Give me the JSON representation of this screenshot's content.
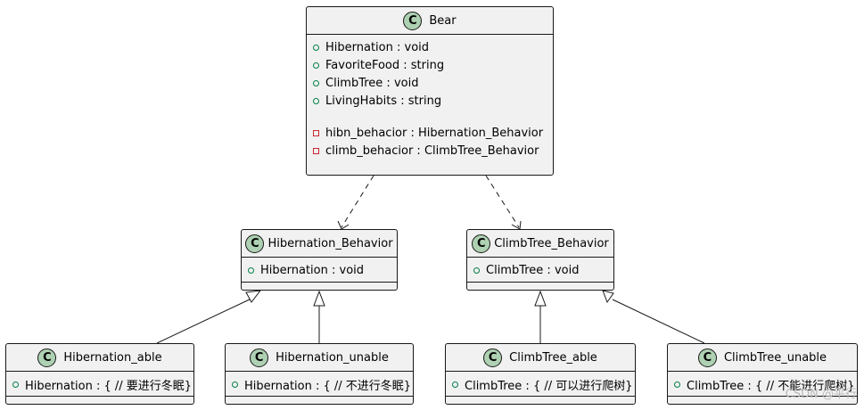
{
  "classes": {
    "bear": {
      "name": "Bear",
      "badge": "C",
      "public_members": [
        "Hibernation : void",
        "FavoriteFood : string",
        "ClimbTree : void",
        "LivingHabits : string"
      ],
      "private_members": [
        "hibn_behacior : Hibernation_Behavior",
        "climb_behacior : ClimbTree_Behavior"
      ]
    },
    "hibernation_behavior": {
      "name": "Hibernation_Behavior",
      "badge": "C",
      "members": [
        "Hibernation : void"
      ]
    },
    "climbtree_behavior": {
      "name": "ClimbTree_Behavior",
      "badge": "C",
      "members": [
        "ClimbTree : void"
      ]
    },
    "hibernation_able": {
      "name": "Hibernation_able",
      "badge": "C",
      "members": [
        "Hibernation : { // 要进行冬眠}"
      ]
    },
    "hibernation_unable": {
      "name": "Hibernation_unable",
      "badge": "C",
      "members": [
        "Hibernation : { // 不进行冬眠}"
      ]
    },
    "climbtree_able": {
      "name": "ClimbTree_able",
      "badge": "C",
      "members": [
        "ClimbTree : { // 可以进行爬树}"
      ]
    },
    "climbtree_unable": {
      "name": "ClimbTree_unable",
      "badge": "C",
      "members": [
        "ClimbTree : { // 不能进行爬树}"
      ]
    }
  },
  "relations": [
    {
      "from": "bear",
      "to": "hibernation_behavior",
      "kind": "dependency"
    },
    {
      "from": "bear",
      "to": "climbtree_behavior",
      "kind": "dependency"
    },
    {
      "from": "hibernation_able",
      "to": "hibernation_behavior",
      "kind": "generalization"
    },
    {
      "from": "hibernation_unable",
      "to": "hibernation_behavior",
      "kind": "generalization"
    },
    {
      "from": "climbtree_able",
      "to": "climbtree_behavior",
      "kind": "generalization"
    },
    {
      "from": "climbtree_unable",
      "to": "climbtree_behavior",
      "kind": "generalization"
    }
  ],
  "colors": {
    "class_fill": "#f1f1f1",
    "border": "#181818",
    "badge_fill": "#add1b2",
    "public_marker": "#038048",
    "private_marker": "#c82930"
  },
  "watermark": "CSDN @平行"
}
